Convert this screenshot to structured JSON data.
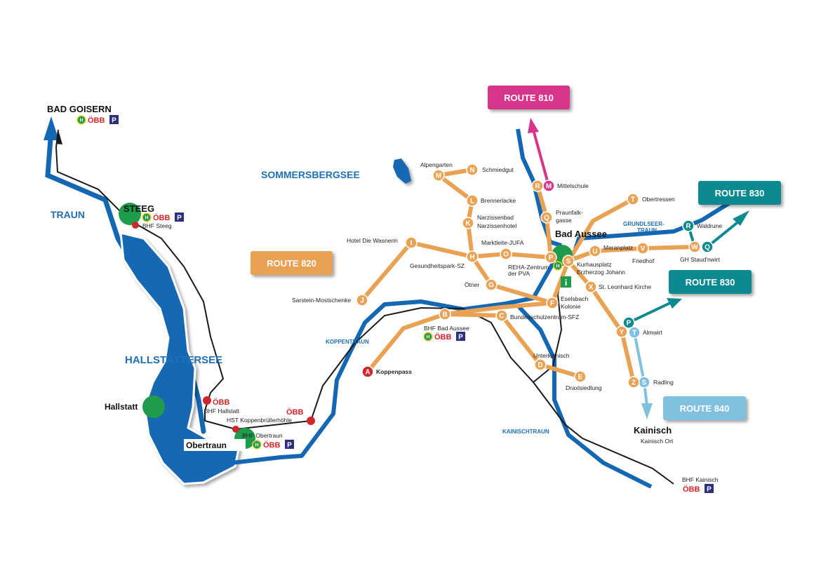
{
  "colors": {
    "route_orange": "#e9a253",
    "route_pink": "#d6358a",
    "route_teal": "#0f8a8f",
    "route_lightblue": "#7fc1de",
    "water": "#1467b3",
    "rail": "#1a1a1a",
    "town_green": "#1e9b4b",
    "obb_red": "#d0262c",
    "parking_navy": "#2c2f7f"
  },
  "route_badges": [
    {
      "label": "ROUTE 810",
      "color": "#d6358a"
    },
    {
      "label": "ROUTE 820",
      "color": "#e9a253"
    },
    {
      "label": "ROUTE 830",
      "color": "#0f8a8f"
    },
    {
      "label": "ROUTE 830",
      "color": "#0f8a8f"
    },
    {
      "label": "ROUTE 840",
      "color": "#7fc1de"
    }
  ],
  "places": {
    "bad_goisern": "BAD GOISERN",
    "steeg": "STEEG",
    "bhf_steeg": "BHF Steeg",
    "hallstatt": "Hallstatt",
    "bhf_hallstatt": "BHF Hallstatt",
    "hst_koppen": "HST Koppenbrüllerhöhle",
    "obertraun": "Obertraun",
    "bhf_obertraun": "BHF Obertraun",
    "bad_aussee": "Bad Aussee",
    "kainisch": "Kainisch",
    "kainisch_ort": "Kainisch Ort",
    "bhf_kainisch": "BHF Kainisch",
    "bhf_bad_aussee": "BHF Bad Aussee"
  },
  "water_labels": {
    "traun": "TRAUN",
    "hallstaettersee": "HALLSTÄTTERSEE",
    "sommersbergsee": "SOMMERSBERGSEE",
    "koppentraun": "KOPPENTRAUN",
    "kainischtraun": "KAINISCHTRAUN",
    "grundlseer1": "GRUNDLSEER-",
    "grundlseer2": "TRAUN"
  },
  "symbols": {
    "obb": "ÖBB",
    "parking": "P",
    "bus": "H",
    "info": "i"
  },
  "stops": [
    {
      "letter": "A",
      "label": "Koppenpass",
      "color": "#d0262c"
    },
    {
      "letter": "B",
      "label": "",
      "color": "#e9a253"
    },
    {
      "letter": "C",
      "label": "Bundesschulzentrum-SFZ",
      "color": "#e9a253"
    },
    {
      "letter": "D",
      "label": "Unterkainisch",
      "color": "#e9a253"
    },
    {
      "letter": "E",
      "label": "Draxlsiedlung",
      "color": "#e9a253"
    },
    {
      "letter": "F",
      "label": "Eselsbach",
      "label2": "Kolonie",
      "color": "#e9a253"
    },
    {
      "letter": "G",
      "label": "Ötner",
      "color": "#e9a253"
    },
    {
      "letter": "H",
      "label": "Gesundheitspark-SZ",
      "color": "#e9a253"
    },
    {
      "letter": "I",
      "label": "Hotel Die Wasnerin",
      "color": "#e9a253"
    },
    {
      "letter": "J",
      "label": "Sarstein-Mostschenke",
      "color": "#e9a253"
    },
    {
      "letter": "K",
      "label": "Narzissenbad",
      "label2": "Narzissenhotel",
      "color": "#e9a253"
    },
    {
      "letter": "L",
      "label": "Brennerlacke",
      "color": "#e9a253"
    },
    {
      "letter": "M",
      "label": "Alpengarten",
      "color": "#e9a253"
    },
    {
      "letter": "N",
      "label": "Schmiedgut",
      "color": "#e9a253"
    },
    {
      "letter": "O",
      "label": "Marktleite-JUFA",
      "color": "#e9a253"
    },
    {
      "letter": "P",
      "label": "REHA-Zentrum",
      "label2": "der PVA",
      "color": "#e9a253"
    },
    {
      "letter": "Q",
      "label": "Praunfalk-",
      "label2": "gasse",
      "color": "#e9a253"
    },
    {
      "letter": "R",
      "label": "",
      "color": "#e9a253"
    },
    {
      "letter": "M",
      "label": "Mittelschule",
      "color": "#d6358a"
    },
    {
      "letter": "S",
      "label": "Kurhausplatz",
      "label2": "Erzherzog Johann",
      "color": "#e9a253"
    },
    {
      "letter": "T",
      "label": "Obertressen",
      "color": "#e9a253"
    },
    {
      "letter": "U",
      "label": "Meranplatz",
      "color": "#e9a253"
    },
    {
      "letter": "V",
      "label": "Friedhof",
      "color": "#e9a253"
    },
    {
      "letter": "W",
      "label": "GH Staud'nwirt",
      "color": "#e9a253"
    },
    {
      "letter": "Q",
      "label": "",
      "color": "#0f8a8f"
    },
    {
      "letter": "R",
      "label": "Waldrune",
      "color": "#0f8a8f"
    },
    {
      "letter": "X",
      "label": "St. Leonhard Kirche",
      "color": "#e9a253"
    },
    {
      "letter": "Y",
      "label": "",
      "color": "#e9a253"
    },
    {
      "letter": "P",
      "label": "",
      "color": "#0f8a8f"
    },
    {
      "letter": "T",
      "label": "Almwirt",
      "color": "#7fc1de"
    },
    {
      "letter": "S",
      "label": "Radling",
      "color": "#7fc1de"
    },
    {
      "letter": "Z",
      "label": "",
      "color": "#e9a253"
    }
  ]
}
